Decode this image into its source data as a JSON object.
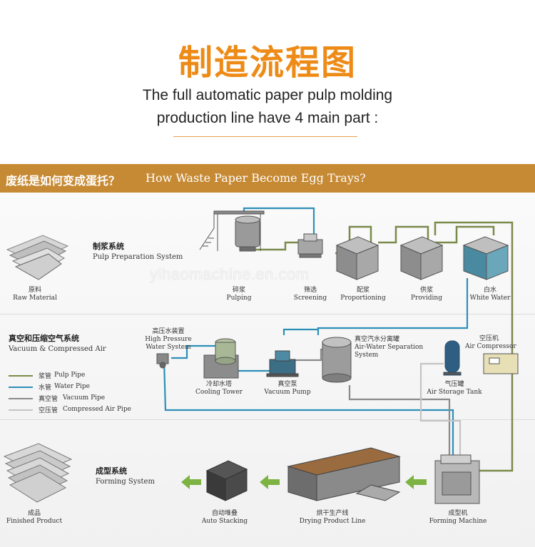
{
  "header": {
    "title": "制造流程图",
    "subtitle_line1": "The full automatic paper pulp molding",
    "subtitle_line2": "production line have 4 main part :"
  },
  "banner": {
    "cn": "废纸是如何变成蛋托？",
    "en": "How Waste Paper Become Egg Trays?"
  },
  "watermark": "yihaomachine.en.com",
  "sections": {
    "pulp": {
      "cn": "制浆系统",
      "en": "Pulp Preparation System"
    },
    "vacuum": {
      "cn": "真空和压缩空气系统",
      "en": "Vacuum & Compressed Air"
    },
    "forming": {
      "cn": "成型系统",
      "en": "Forming System"
    }
  },
  "nodes": {
    "raw_material": {
      "cn": "原料",
      "en": "Raw Material"
    },
    "pulping": {
      "cn": "碎浆",
      "en": "Pulping"
    },
    "screening": {
      "cn": "筛选",
      "en": "Screening"
    },
    "proportioning": {
      "cn": "配浆",
      "en": "Proportioning"
    },
    "providing": {
      "cn": "供浆",
      "en": "Providing"
    },
    "white_water": {
      "cn": "白水",
      "en": "White Water"
    },
    "high_pressure": {
      "cn": "高压水装置",
      "en1": "High Pressure",
      "en2": "Water System"
    },
    "cooling_tower": {
      "cn": "冷却水塔",
      "en": "Cooling Tower"
    },
    "vacuum_pump": {
      "cn": "真空泵",
      "en": "Vacuum Pump"
    },
    "separation": {
      "cn": "真空汽水分离罐",
      "en1": "Air-Water Separation",
      "en2": "System"
    },
    "air_compressor": {
      "cn": "空压机",
      "en": "Air Compressor"
    },
    "air_tank": {
      "cn": "气压罐",
      "en": "Air Storage Tank"
    },
    "finished": {
      "cn": "成品",
      "en": "Finished Product"
    },
    "auto_stacking": {
      "cn": "自动堆叠",
      "en": "Auto Stacking"
    },
    "drying": {
      "cn": "烘干生产线",
      "en": "Drying Product Line"
    },
    "forming_machine": {
      "cn": "成型机",
      "en": "Forming Machine"
    }
  },
  "legend": [
    {
      "cn": "浆管",
      "en": "Pulp Pipe",
      "color": "#7a8a4a"
    },
    {
      "cn": "水管",
      "en": "Water Pipe",
      "color": "#2d8fb8"
    },
    {
      "cn": "真空管",
      "en": "Vacuum Pipe",
      "color": "#8a8a8a"
    },
    {
      "cn": "空压管",
      "en": "Compressed Air Pipe",
      "color": "#c4c4c4"
    }
  ],
  "colors": {
    "title_orange": "#ee8a16",
    "banner_brown": "#c78a34",
    "pulp_pipe": "#7a8a4a",
    "water_pipe": "#2d8fb8",
    "vacuum_pipe": "#8a8a8a",
    "air_pipe": "#c4c4c4",
    "flow_arrow": "#7cb342"
  }
}
